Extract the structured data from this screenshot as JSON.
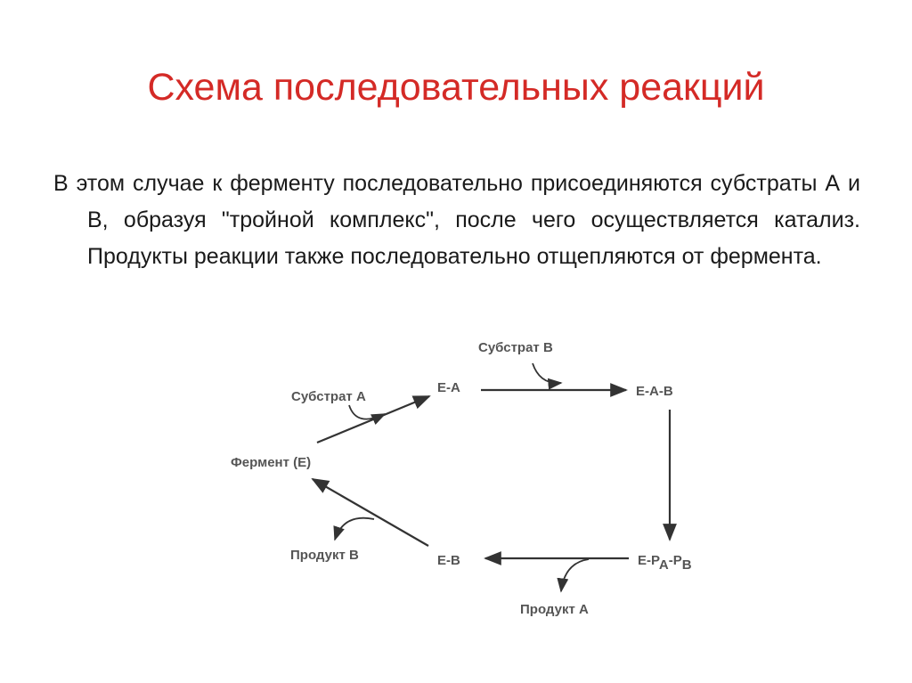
{
  "slide": {
    "title": "Схема последовательных реакций",
    "paragraph": "В этом случае к ферменту последовательно присоединяются субстраты А и В, образуя \"тройной комплекс\", после чего осуществляется катализ. Продукты реакции также последовательно отщепляются от фермента."
  },
  "diagram": {
    "nodes": {
      "enzyme": "Фермент (E)",
      "ea": "E-A",
      "eab": "E-A-B",
      "epa": "E-P",
      "epa_sub_a": "A",
      "epa_sep": "-P",
      "epa_sub_b": "B",
      "eb": "E-B"
    },
    "labels": {
      "substrate_a": "Субстрат А",
      "substrate_b": "Субстрат В",
      "product_a": "Продукт А",
      "product_b": "Продукт В"
    },
    "colors": {
      "title": "#d42a26",
      "diagram_text": "#555555",
      "arrows": "#333333"
    }
  }
}
